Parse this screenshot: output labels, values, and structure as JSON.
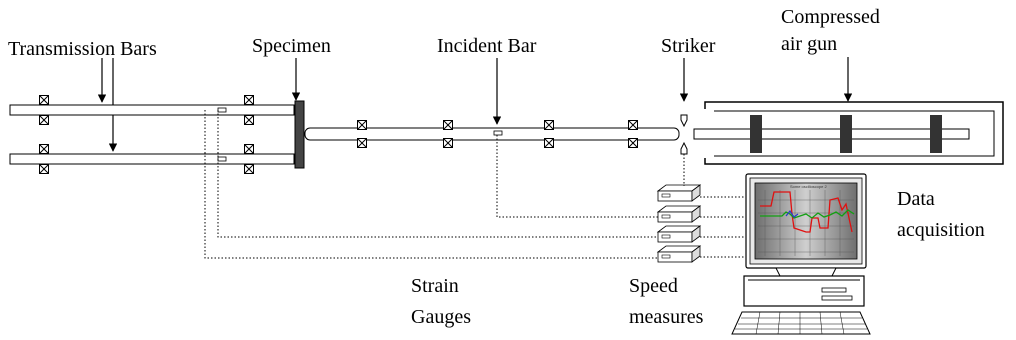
{
  "labels": {
    "transmission_bars": "Transmission Bars",
    "specimen": "Specimen",
    "incident_bar": "Incident Bar",
    "striker": "Striker",
    "compressed_line1": "Compressed",
    "compressed_line2": "air gun",
    "data_line1": "Data",
    "data_line2": "acquisition",
    "strain_line1": "Strain",
    "strain_line2": "Gauges",
    "speed_line1": "Speed",
    "speed_line2": "measures"
  },
  "monitor": {
    "title": "Some oscilloscope 2"
  },
  "colors": {
    "signal_red": "#e01010",
    "signal_green": "#12a012",
    "signal_blue": "#2a3cc8",
    "screen_bg": "#9a9a9a",
    "gun_block": "#333333"
  }
}
